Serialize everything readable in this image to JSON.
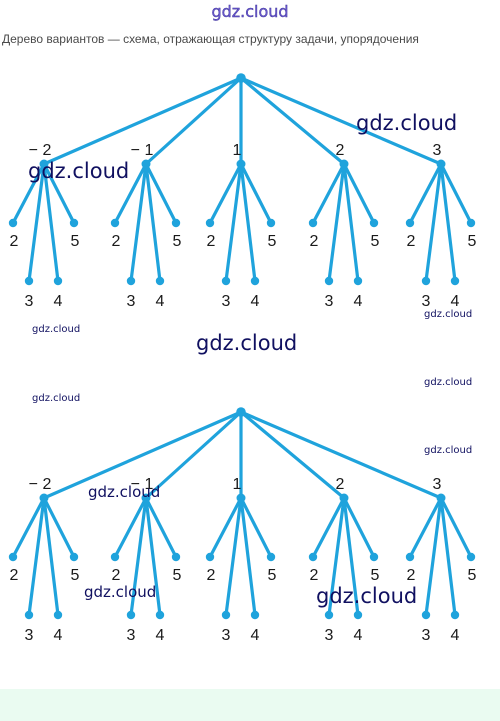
{
  "header": {
    "logo": "gdz.cloud"
  },
  "caption": "Дерево вариантов — схема, отражающая структуру задачи, упорядочения",
  "trees": [
    {
      "first_level": [
        {
          "label": "− 2",
          "children": [
            "2",
            "3",
            "4",
            "5"
          ]
        },
        {
          "label": "− 1",
          "children": [
            "2",
            "3",
            "4",
            "5"
          ]
        },
        {
          "label": "1",
          "children": [
            "2",
            "3",
            "4",
            "5"
          ]
        },
        {
          "label": "2",
          "children": [
            "2",
            "3",
            "4",
            "5"
          ]
        },
        {
          "label": "3",
          "children": [
            "2",
            "3",
            "4",
            "5"
          ]
        }
      ]
    },
    {
      "first_level": [
        {
          "label": "− 2",
          "children": [
            "2",
            "3",
            "4",
            "5"
          ]
        },
        {
          "label": "− 1",
          "children": [
            "2",
            "3",
            "4",
            "5"
          ]
        },
        {
          "label": "1",
          "children": [
            "2",
            "3",
            "4",
            "5"
          ]
        },
        {
          "label": "2",
          "children": [
            "2",
            "3",
            "4",
            "5"
          ]
        },
        {
          "label": "3",
          "children": [
            "2",
            "3",
            "4",
            "5"
          ]
        }
      ]
    }
  ],
  "watermarks": [
    "gdz.cloud",
    "gdz.cloud",
    "gdz.cloud",
    "gdz.cloud",
    "gdz.cloud",
    "gdz.cloud",
    "gdz.cloud",
    "gdz.cloud",
    "gdz.cloud",
    "gdz.cloud",
    "gdz.cloud",
    "gdz.cloud"
  ],
  "colors": {
    "edge": "#1fa3dc",
    "watermark": "#101060",
    "footer": "#eafbf1"
  }
}
